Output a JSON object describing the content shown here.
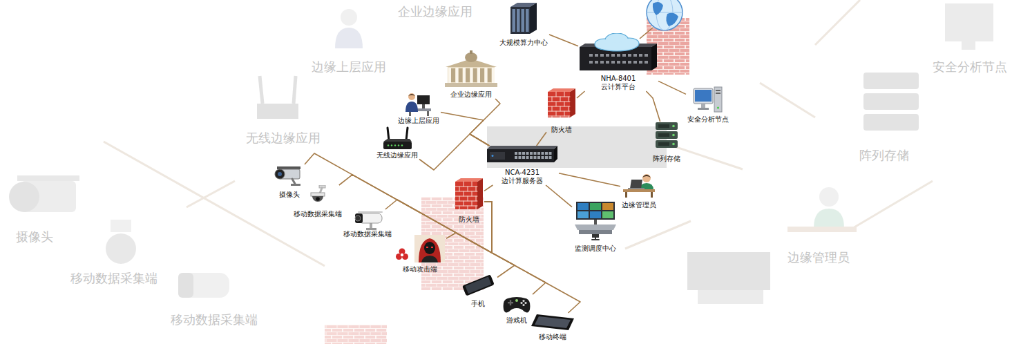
{
  "diagram": {
    "nodes": [
      {
        "text": [
          "大规模算力中心"
        ]
      },
      {
        "text": [
          "NHA-8401",
          "云计算平台"
        ]
      },
      {
        "text": [
          "企业边缘应用"
        ]
      },
      {
        "text": [
          "防火墙"
        ]
      },
      {
        "text": [
          "边缘上层应用"
        ]
      },
      {
        "text": [
          "安全分析节点"
        ]
      },
      {
        "text": [
          "无线边缘应用"
        ]
      },
      {
        "text": [
          "阵列存储"
        ]
      },
      {
        "text": [
          "NCA-4231",
          "边计算服务器"
        ]
      },
      {
        "text": [
          "摄像头"
        ]
      },
      {
        "text": [
          "边缘管理员"
        ]
      },
      {
        "text": [
          "移动数据采集端"
        ]
      },
      {
        "text": [
          "防火墙"
        ]
      },
      {
        "text": [
          "移动数据采集端"
        ]
      },
      {
        "text": [
          "监测调度中心"
        ]
      },
      {
        "text": [
          "移动攻击端"
        ]
      },
      {
        "text": [
          "手机"
        ]
      },
      {
        "text": [
          "游戏机"
        ]
      },
      {
        "text": [
          "移动终端"
        ]
      }
    ],
    "edges": [
      {
        "from": 1,
        "to": 0,
        "arrow": "none"
      },
      {
        "from": 1,
        "to": 5,
        "arrow": "none"
      },
      {
        "from": 1,
        "to": 7,
        "arrow": "none"
      },
      {
        "from": 3,
        "to": 1,
        "arrow": "none"
      },
      {
        "from": 8,
        "to": 3,
        "arrow": "none"
      },
      {
        "from": 8,
        "to": 2,
        "arrow": "none"
      },
      {
        "from": 8,
        "to": 4,
        "arrow": "none"
      },
      {
        "from": 8,
        "to": 6,
        "arrow": "none"
      },
      {
        "from": 8,
        "to": 10,
        "arrow": "none"
      },
      {
        "from": 8,
        "to": 14,
        "arrow": "none"
      },
      {
        "from": 8,
        "to": 12,
        "arrow": "none"
      },
      {
        "from": 12,
        "to": 9,
        "arrow": "none"
      },
      {
        "from": 12,
        "to": 11,
        "arrow": "none"
      },
      {
        "from": 12,
        "to": 13,
        "arrow": "none"
      },
      {
        "from": 12,
        "to": 15,
        "arrow": "none"
      },
      {
        "from": 12,
        "to": 16,
        "arrow": "none"
      },
      {
        "from": 12,
        "to": 17,
        "arrow": "none"
      },
      {
        "from": 12,
        "to": 18,
        "arrow": "none"
      }
    ],
    "labels": [
      "企业边缘应用",
      "边缘上层应用",
      "无线边缘应用",
      "摄像头",
      "移动数据采集端",
      "移动数据采集端",
      "安全分析节点",
      "阵列存储",
      "边缘管理员"
    ]
  }
}
